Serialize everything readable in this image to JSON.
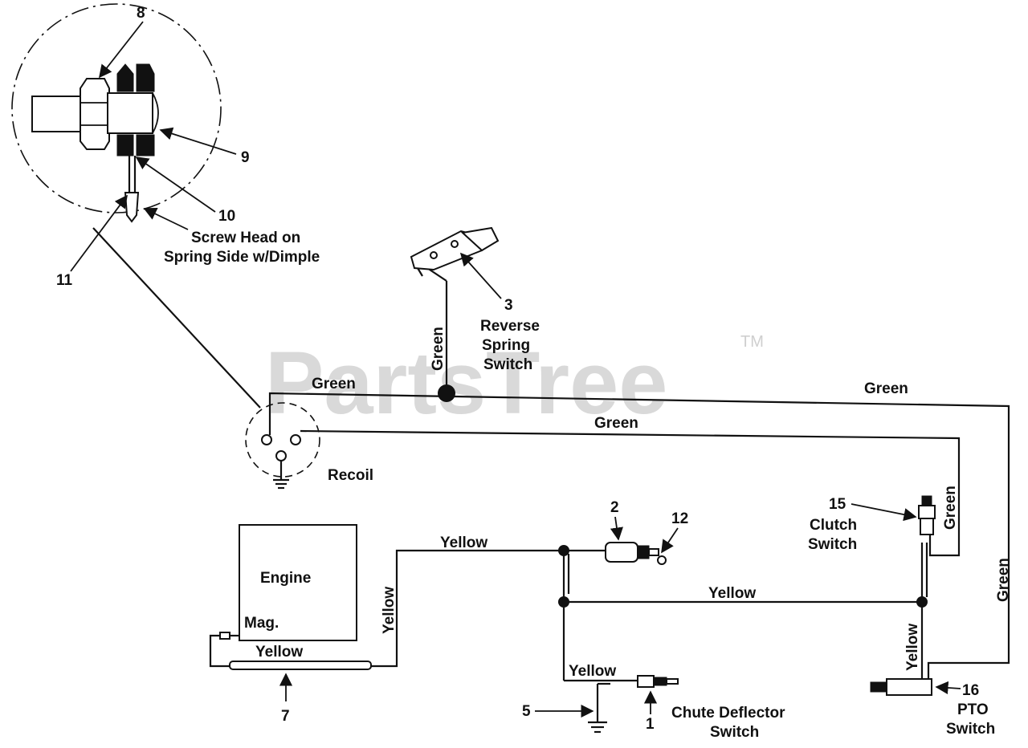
{
  "watermark": {
    "brand": "PartsTree",
    "trademark": "TM"
  },
  "wires": {
    "green_top_left": "Green",
    "green_top_right": "Green",
    "green_middle": "Green",
    "green_reverse_vertical": "Green",
    "green_clutch_vertical": "Green",
    "green_pto_vertical": "Green",
    "yellow_engine_bottom": "Yellow",
    "yellow_engine_vertical": "Yellow",
    "yellow_top": "Yellow",
    "yellow_middle": "Yellow",
    "yellow_chute": "Yellow",
    "yellow_pto_vertical": "Yellow"
  },
  "components": {
    "engine": "Engine",
    "mag": "Mag.",
    "recoil": "Recoil",
    "reverse_switch": [
      "Reverse",
      "Spring",
      "Switch"
    ],
    "clutch_switch": [
      "Clutch",
      "Switch"
    ],
    "chute_switch": [
      "Chute Deflector",
      "Switch"
    ],
    "pto_switch": [
      "PTO",
      "Switch"
    ],
    "screw_note": [
      "Screw Head on",
      "Spring Side w/Dimple"
    ]
  },
  "callouts": {
    "c1": "1",
    "c2": "2",
    "c3": "3",
    "c5": "5",
    "c7": "7",
    "c8": "8",
    "c9": "9",
    "c10": "10",
    "c11": "11",
    "c12": "12",
    "c15": "15",
    "c16": "16"
  },
  "colors": {
    "ink": "#111111",
    "watermark": "#d9d9d9",
    "background": "#ffffff"
  }
}
